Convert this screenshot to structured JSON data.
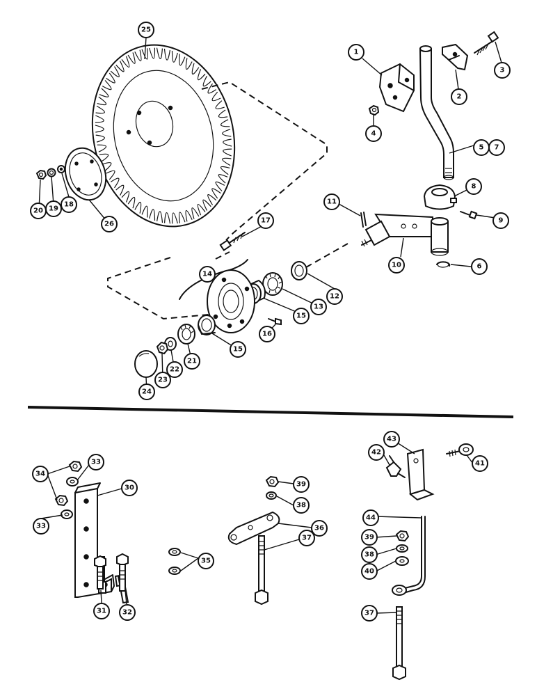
{
  "callouts": [
    {
      "id": "c1",
      "label": "1"
    },
    {
      "id": "c2",
      "label": "2"
    },
    {
      "id": "c3",
      "label": "3"
    },
    {
      "id": "c4",
      "label": "4"
    },
    {
      "id": "c5",
      "label": "5"
    },
    {
      "id": "c6",
      "label": "6"
    },
    {
      "id": "c7",
      "label": "7"
    },
    {
      "id": "c8",
      "label": "8"
    },
    {
      "id": "c9",
      "label": "9"
    },
    {
      "id": "c10",
      "label": "10"
    },
    {
      "id": "c11",
      "label": "11"
    },
    {
      "id": "c12",
      "label": "12"
    },
    {
      "id": "c13",
      "label": "13"
    },
    {
      "id": "c14",
      "label": "14"
    },
    {
      "id": "c15a",
      "label": "15"
    },
    {
      "id": "c15b",
      "label": "15"
    },
    {
      "id": "c16",
      "label": "16"
    },
    {
      "id": "c17",
      "label": "17"
    },
    {
      "id": "c18",
      "label": "18"
    },
    {
      "id": "c19",
      "label": "19"
    },
    {
      "id": "c20",
      "label": "20"
    },
    {
      "id": "c21",
      "label": "21"
    },
    {
      "id": "c22",
      "label": "22"
    },
    {
      "id": "c23",
      "label": "23"
    },
    {
      "id": "c24",
      "label": "24"
    },
    {
      "id": "c25",
      "label": "25"
    },
    {
      "id": "c26",
      "label": "26"
    },
    {
      "id": "c30",
      "label": "30"
    },
    {
      "id": "c31",
      "label": "31"
    },
    {
      "id": "c32",
      "label": "32"
    },
    {
      "id": "c33a",
      "label": "33"
    },
    {
      "id": "c33b",
      "label": "33"
    },
    {
      "id": "c34",
      "label": "34"
    },
    {
      "id": "c35",
      "label": "35"
    },
    {
      "id": "c36",
      "label": "36"
    },
    {
      "id": "c37a",
      "label": "37"
    },
    {
      "id": "c37b",
      "label": "37"
    },
    {
      "id": "c38a",
      "label": "38"
    },
    {
      "id": "c38b",
      "label": "38"
    },
    {
      "id": "c39a",
      "label": "39"
    },
    {
      "id": "c39b",
      "label": "39"
    },
    {
      "id": "c40",
      "label": "40"
    },
    {
      "id": "c41",
      "label": "41"
    },
    {
      "id": "c42",
      "label": "42"
    },
    {
      "id": "c43",
      "label": "43"
    },
    {
      "id": "c44",
      "label": "44"
    }
  ]
}
